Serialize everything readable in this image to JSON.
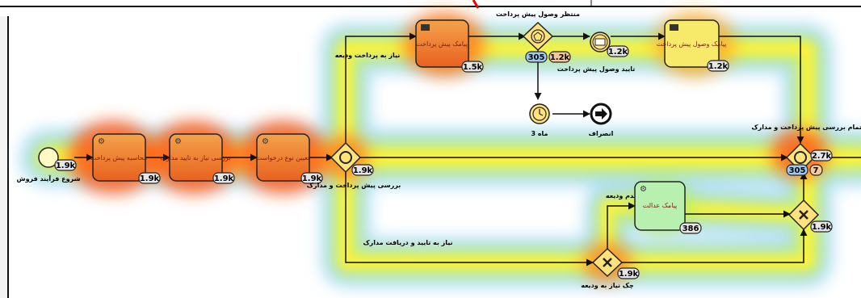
{
  "diagram": {
    "tasks": [
      {
        "id": "t1",
        "label": "محاسبه پیش پرداخت",
        "count": "1.9k"
      },
      {
        "id": "t2",
        "label": "بررسی نیاز به تایید مدارک",
        "count": "1.9k"
      },
      {
        "id": "t3",
        "label": "تعیین نوع درخواست",
        "count": "1.9k"
      },
      {
        "id": "t4",
        "label": "پیامک پیش پرداخت",
        "count": "1.5k"
      },
      {
        "id": "t5",
        "label": "پیامک وصول پیش پرداخت",
        "count": "1.2k"
      },
      {
        "id": "t6",
        "label": "پیامک عدالت",
        "count": "386"
      }
    ],
    "events": {
      "start": {
        "label": "شروع فرآیند فروش",
        "count": "1.9k"
      },
      "msg_event": {
        "label": "تایید وصول پیش پرداخت",
        "count": "1.2k"
      },
      "timer": {
        "label": "ماه 3"
      },
      "end": {
        "label": "انصراف"
      }
    },
    "gateways": {
      "g1": {
        "label": "بررسی پیش پرداخت و مدارک",
        "count": "1.9k"
      },
      "g2": {
        "label": "منتظر وصول پیش پرداخت",
        "count_blue": "305",
        "count_orange": "1.2k"
      },
      "g3": {
        "label": "اتمام بررسی پیش پرداخت و مدارک",
        "count": "2.7k",
        "count_blue": "305",
        "count_small": "7"
      },
      "g4": {
        "label": "چک نیاز به ودیعه",
        "count": "1.9k"
      },
      "g5": {
        "count": "1.9k"
      }
    },
    "flows": {
      "f_top": "نیاز به پرداخت ودیعه",
      "f_bottom": "نیاز به تایید و دریافت مدارک",
      "f_deposit": "عدم ودیعه"
    }
  }
}
